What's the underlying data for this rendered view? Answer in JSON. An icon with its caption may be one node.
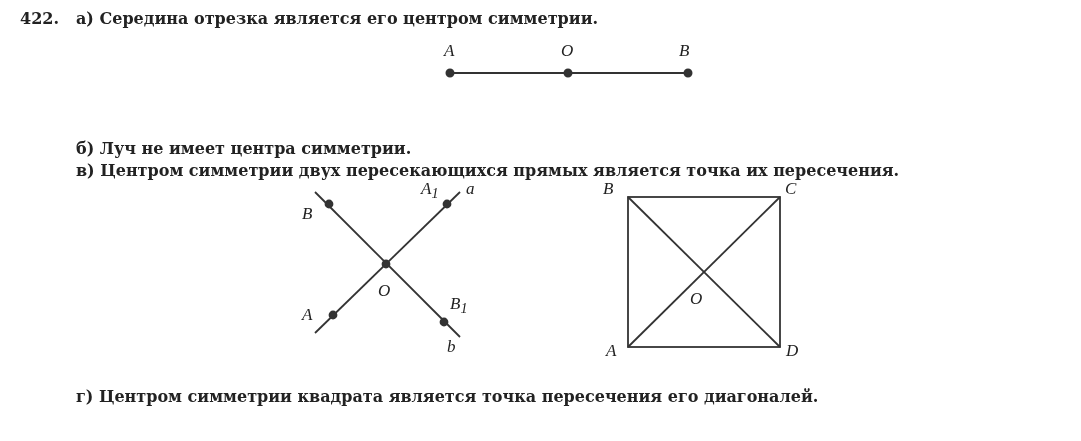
{
  "diagram": {
    "labels": [
      "422.",
      "а) Середина отрезка является его центром симметрии.",
      "A",
      "O",
      "B",
      "б) Луч не имеет центра симметрии.",
      "в) Центром симметрии двух пересекающихся прямых является точка их пересечения.",
      "A$_{1}$",
      "a",
      "B",
      "C",
      "B",
      "O",
      "O",
      "B$_{1}$",
      "A",
      "b",
      "A",
      "D",
      "г) Центром симметрии квадрата является точка пересечения его диагоналей."
    ]
  }
}
